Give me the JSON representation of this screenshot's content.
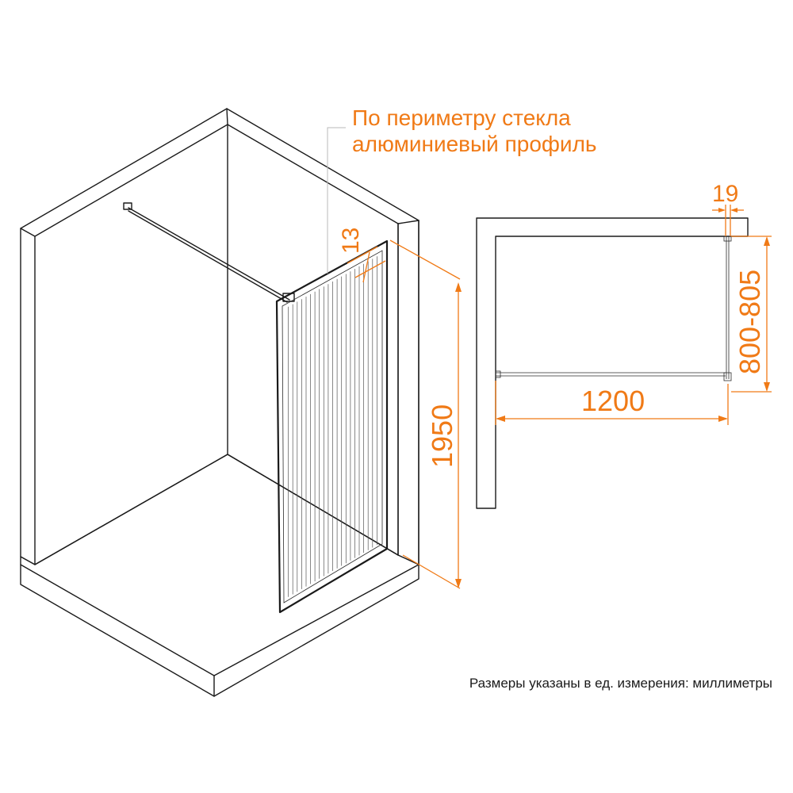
{
  "note": {
    "line1": "По периметру стекла",
    "line2": "алюминиевый профиль"
  },
  "dimensions": {
    "profile_thickness": "13",
    "height": "1950",
    "side_width": "19",
    "depth": "800-805",
    "width": "1200"
  },
  "footnote": "Размеры указаны в ед. измерения: миллиметры",
  "colors": {
    "accent": "#f07a16",
    "line": "#1a1a1a"
  }
}
